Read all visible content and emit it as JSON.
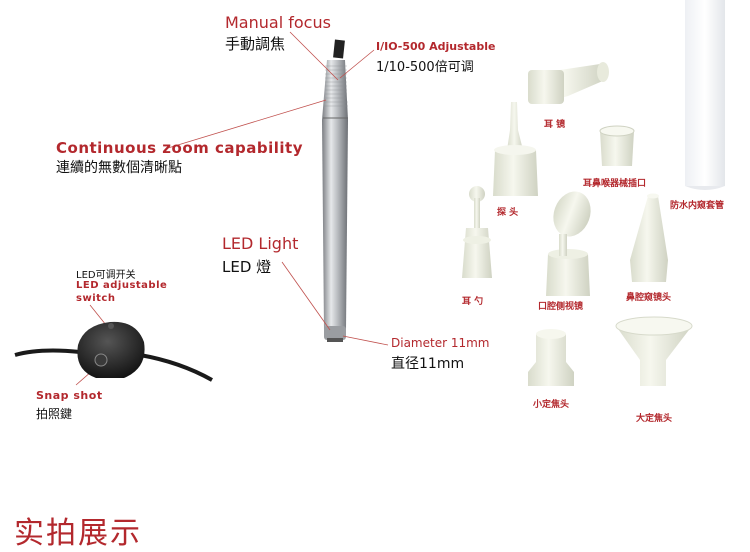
{
  "annotations": {
    "manual_focus": "Manual focus",
    "manual_focus_cn": "手動調焦",
    "adjustable": "I/IO-500 Adjustable",
    "adjustable_cn": "1/10-500倍可调",
    "zoom": "Continuous zoom capability",
    "zoom_cn": "連續的無數個清晰點",
    "led_light": "LED Light",
    "led_light_cn": "LED 燈",
    "diameter": "Diameter 11mm",
    "diameter_cn": "直径11mm",
    "led_switch_cn": "LED可调开关",
    "led_switch_line1": "LED adjustable",
    "led_switch_line2": "switch",
    "snapshot": "Snap shot",
    "snapshot_cn": "拍照鍵"
  },
  "parts": {
    "ear_mirror": "耳 镜",
    "ent_port": "耳鼻喉器械插口",
    "probe": "探 头",
    "waterproof_sleeve": "防水内窥套管",
    "ear_spoon": "耳 勺",
    "oral_mirror": "口腔侧视镜",
    "nasal_head": "鼻腔窥镜头",
    "small_focus": "小定焦头",
    "large_focus": "大定焦头"
  },
  "footer": {
    "title": "实拍展示"
  },
  "colors": {
    "accent": "#b3282d",
    "text": "#111111",
    "leader": "#c0504d"
  }
}
